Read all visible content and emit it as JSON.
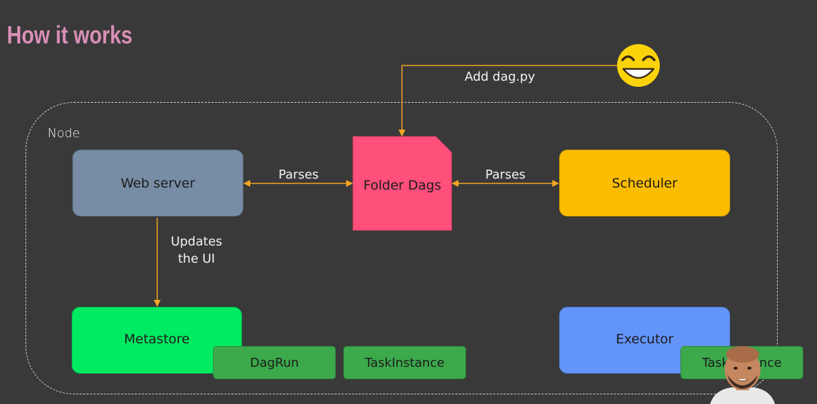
{
  "header": {
    "title": "How it works"
  },
  "diagram": {
    "node_label": "Node",
    "web_server": "Web server",
    "folder_dags": "Folder Dags",
    "scheduler": "Scheduler",
    "metastore": "Metastore",
    "executor": "Executor",
    "dagrun": "DagRun",
    "taskinstance_1": "TaskInstance",
    "taskinstance_2": "TaskInstance",
    "edges": {
      "parses_left": "Parses",
      "parses_right": "Parses",
      "add_dag": "Add dag.py",
      "updates_line1": "Updates",
      "updates_line2": "the UI"
    }
  },
  "colors": {
    "title": "#d98fb5",
    "web_server": "#778da5",
    "folder": "#ff4f7b",
    "scheduler": "#fcbd00",
    "metastore": "#00ea62",
    "executor": "#6394f8",
    "sub_box": "#3ca94b",
    "arrow": "#f5a623"
  },
  "icons": {
    "emoji": "grinning-face-icon",
    "presenter": "presenter-webcam"
  }
}
